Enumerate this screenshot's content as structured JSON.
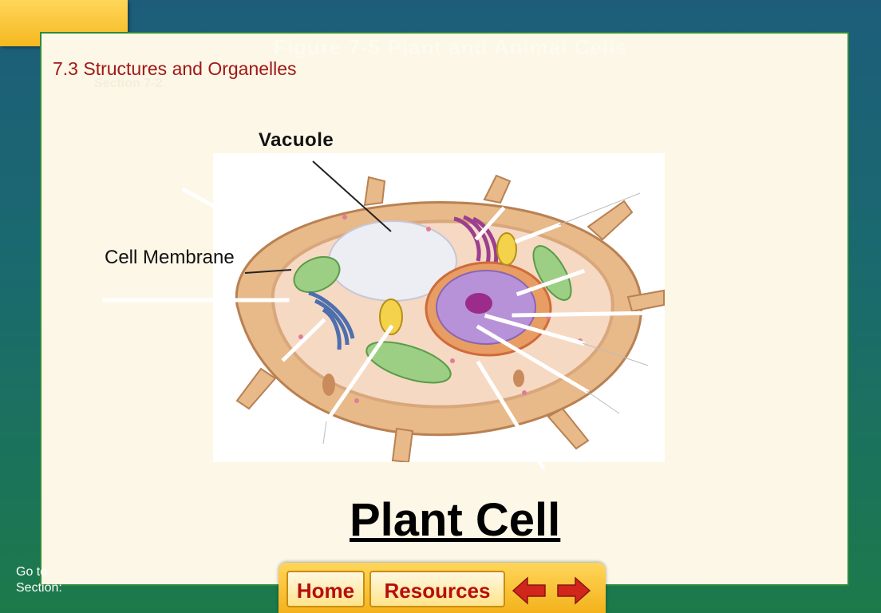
{
  "header": {
    "figure_title": "Figure 7-5 Plant and Animal Cells",
    "section_ref": "Section 7-2",
    "section_heading": "7.3 Structures and Organelles"
  },
  "diagram": {
    "label_vacuole": "Vacuole",
    "label_cell_membrane": "Cell Membrane",
    "title": "Plant Cell"
  },
  "footer": {
    "goto_line1": "Go to",
    "goto_line2": "Section:"
  },
  "nav": {
    "home_label": "Home",
    "resources_label": "Resources",
    "back_icon": "left-arrow-icon",
    "forward_icon": "right-arrow-icon"
  },
  "colors": {
    "panel_bg": "#fcf7e6",
    "heading_red": "#a01818",
    "nav_gold": "#f3b21c",
    "button_text_red": "#b80d0d",
    "arrow_red": "#d0261c"
  }
}
